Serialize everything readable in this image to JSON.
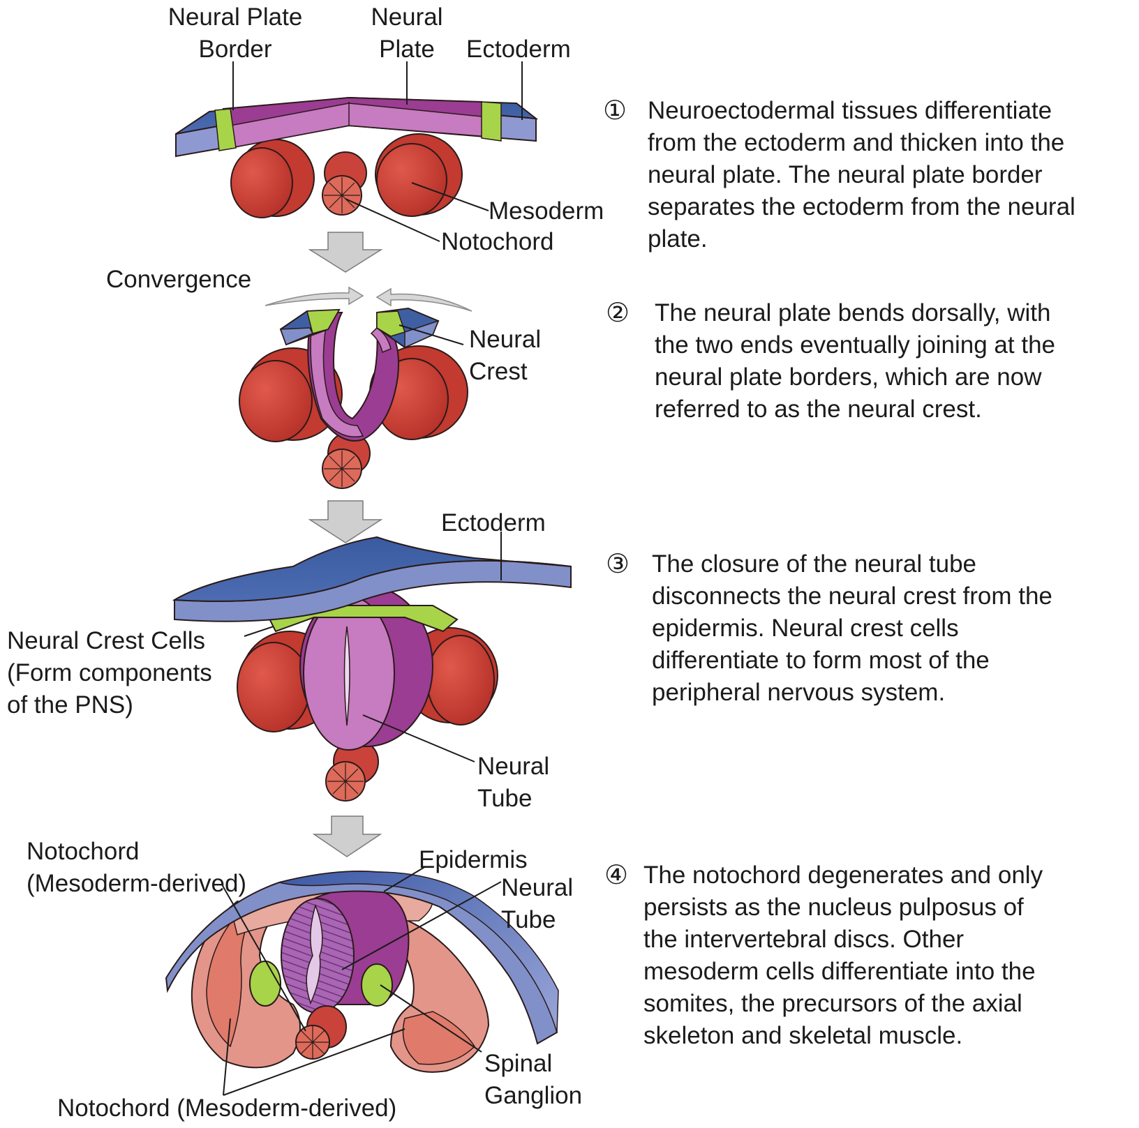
{
  "labels": {
    "neural_plate_border": "Neural Plate\nBorder",
    "neural_plate": "Neural\nPlate",
    "ectoderm_1": "Ectoderm",
    "mesoderm": "Mesoderm",
    "notochord_1": "Notochord",
    "convergence": "Convergence",
    "neural_crest": "Neural\nCrest",
    "ectoderm_3": "Ectoderm",
    "neural_crest_cells": "Neural Crest Cells\n(Form components\nof the PNS)",
    "neural_tube_3": "Neural\nTube",
    "notochord_4": "Notochord\n(Mesoderm-derived)",
    "epidermis": "Epidermis",
    "neural_tube_4": "Neural\nTube",
    "spinal_ganglion": "Spinal\nGanglion",
    "notochord_bottom": "Notochord (Mesoderm-derived)"
  },
  "steps": [
    {
      "num": "①",
      "text": "Neuroectodermal tissues differentiate\nfrom the ectoderm and thicken into the\nneural plate. The neural plate border\nseparates the ectoderm from the neural\nplate."
    },
    {
      "num": "②",
      "text": "The neural plate bends dorsally, with\nthe two ends eventually joining at the\nneural plate borders, which are now\nreferred to as the neural crest."
    },
    {
      "num": "③",
      "text": "The closure of the neural tube\ndisconnects the neural crest from the\nepidermis. Neural crest cells\ndifferentiate to form most of the\nperipheral nervous system."
    },
    {
      "num": "④",
      "text": "The notochord degenerates and only\npersists as the nucleus pulposus of\nthe intervertebral discs. Other\nmesoderm cells differentiate into the\nsomites, the precursors of the axial\nskeleton and skeletal muscle."
    }
  ],
  "colors": {
    "ectoderm_blue": "#3f5fa3",
    "ectoderm_light": "#8190c9",
    "neural_purple": "#9b3d92",
    "neural_light": "#c77bc0",
    "crest_green": "#a8d44a",
    "mesoderm_red": "#d8463a",
    "mesoderm_light": "#e8786a",
    "somite_pink": "#e3958a",
    "arrow_gray": "#c9c9c9"
  }
}
